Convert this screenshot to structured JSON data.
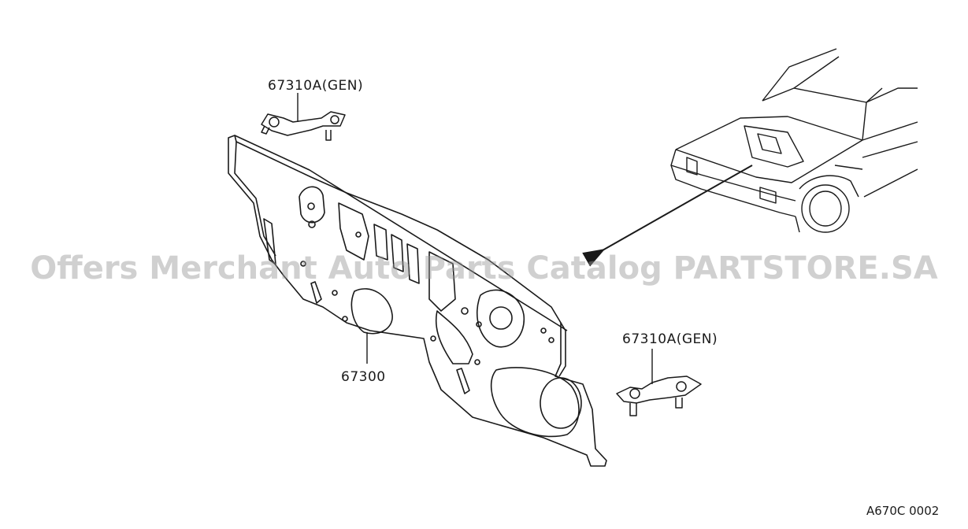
{
  "diagram": {
    "labels": {
      "dash_panel": "67300",
      "bracket_upper": "67310A(GEN)",
      "bracket_lower": "67310A(GEN)"
    },
    "figure_code": "A670C 0002"
  },
  "watermark": {
    "text": "Offers Merchant Auto Parts Catalog PARTSTORE.SA"
  },
  "colors": {
    "line": "#1a1a1a",
    "background": "#ffffff",
    "watermark": "#969696"
  }
}
